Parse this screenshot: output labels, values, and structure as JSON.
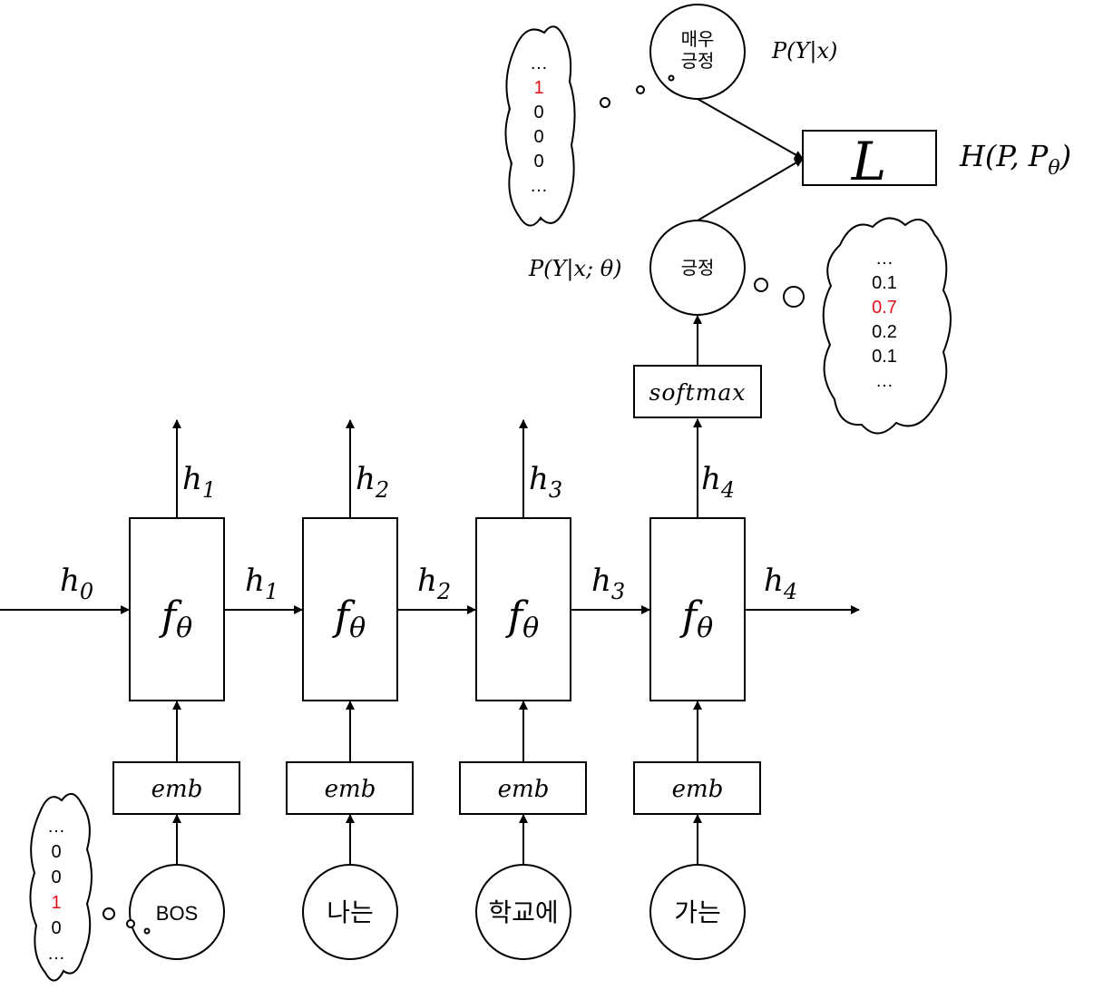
{
  "colors": {
    "stroke": "#000000",
    "highlight": "#e0151b",
    "background": "#ffffff"
  },
  "cells": [
    {
      "label": "f",
      "sub": "θ",
      "in_hidden": "h",
      "in_hidden_sub": "0",
      "out_up": "h",
      "out_up_sub": "1",
      "emb_label": "emb",
      "token": "BOS"
    },
    {
      "label": "f",
      "sub": "θ",
      "in_hidden": "h",
      "in_hidden_sub": "1",
      "out_up": "h",
      "out_up_sub": "2",
      "emb_label": "emb",
      "token": "나는"
    },
    {
      "label": "f",
      "sub": "θ",
      "in_hidden": "h",
      "in_hidden_sub": "2",
      "out_up": "h",
      "out_up_sub": "3",
      "emb_label": "emb",
      "token": "학교에"
    },
    {
      "label": "f",
      "sub": "θ",
      "in_hidden": "h",
      "in_hidden_sub": "3",
      "out_up": "h",
      "out_up_sub": "4",
      "emb_label": "emb",
      "token": "가는"
    }
  ],
  "final_hidden": {
    "label": "h",
    "sub": "4"
  },
  "softmax_label": "softmax",
  "prediction": {
    "node": "긍정",
    "caption": "P(Y|x; θ)"
  },
  "target": {
    "node_line1": "매우",
    "node_line2": "긍정",
    "caption": "P(Y|x)"
  },
  "loss": {
    "label": "L",
    "caption_main": "H(P, P",
    "caption_sub": "θ",
    "caption_end": ")"
  },
  "clouds": {
    "input_onehot": [
      "…",
      "0",
      "0",
      "1",
      "0",
      "…"
    ],
    "input_highlight_index": 3,
    "target_onehot": [
      "…",
      "1",
      "0",
      "0",
      "0",
      "…"
    ],
    "target_highlight_index": 1,
    "predicted_probs": [
      "…",
      "0.1",
      "0.7",
      "0.2",
      "0.1",
      "…"
    ],
    "predicted_highlight_index": 2
  }
}
